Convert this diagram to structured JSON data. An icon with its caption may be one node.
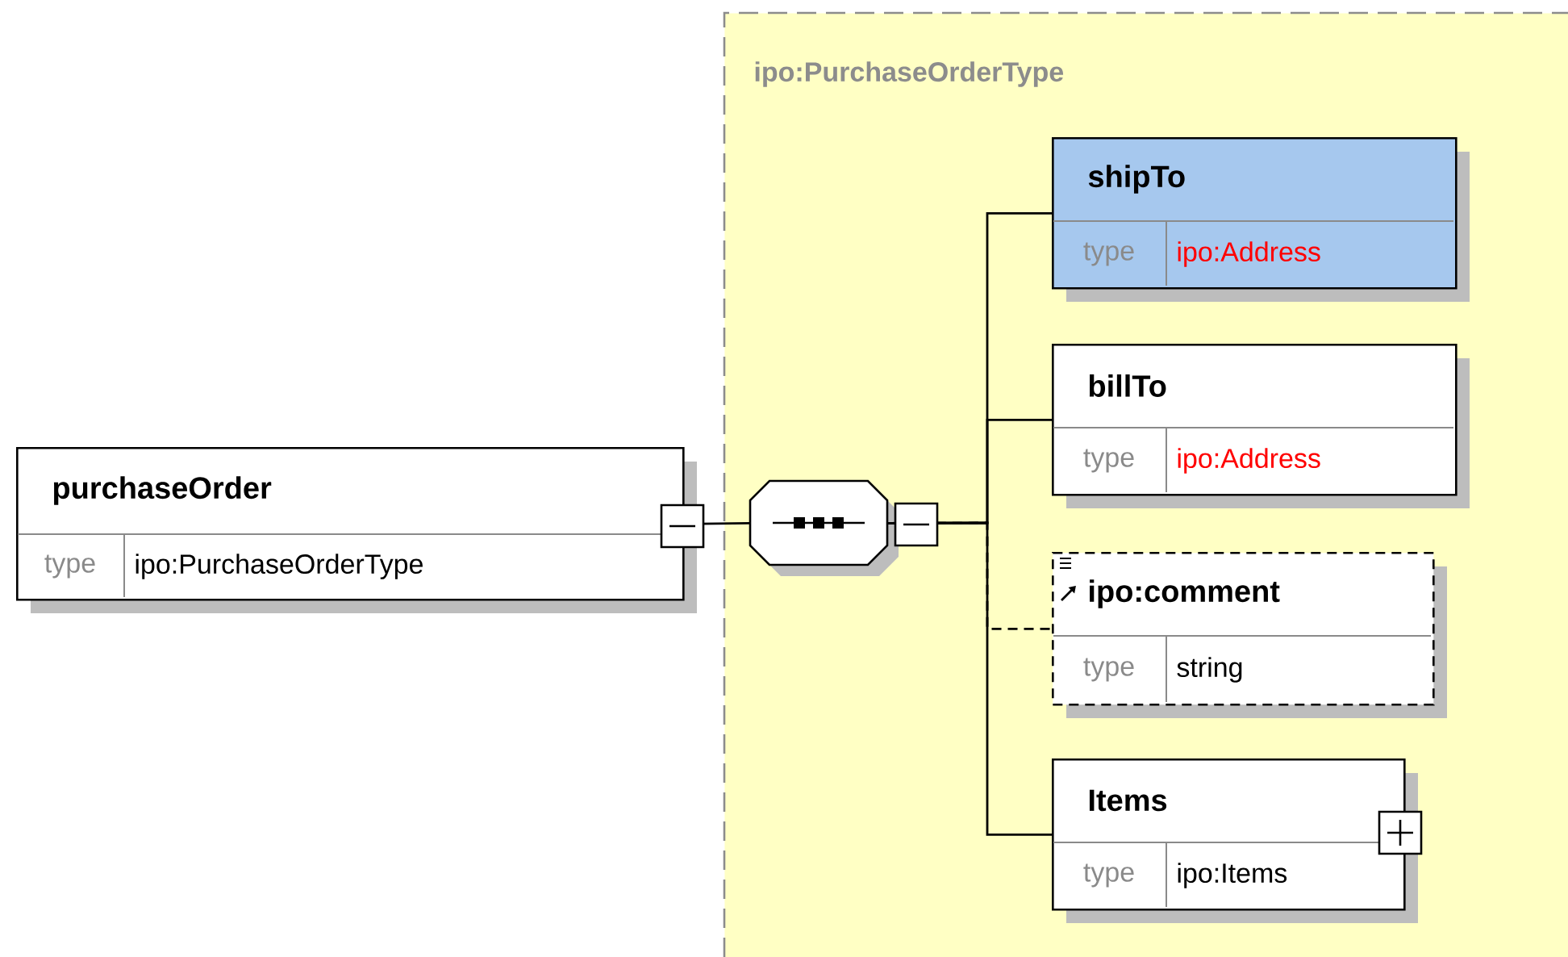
{
  "diagram": {
    "nodes": [
      {
        "text": [
          "ipo:PurchaseOrderType"
        ]
      },
      {
        "text": [
          "purchaseOrder",
          "type",
          "ipo:PurchaseOrderType"
        ]
      },
      {
        "text": [],
        "shape": "octagon",
        "in": 0
      },
      {
        "text": [
          "shipTo",
          "type",
          "ipo:Address"
        ],
        "in": 0
      },
      {
        "text": [
          "billTo",
          "type",
          "ipo:Address"
        ],
        "in": 0
      },
      {
        "text": [
          "ipo:comment",
          "type",
          "string"
        ],
        "in": 0
      },
      {
        "text": [
          "Items",
          "type",
          "ipo:Items"
        ],
        "in": 0
      }
    ],
    "edges": [
      {
        "from": 1,
        "to": 2,
        "arrow": "none"
      },
      {
        "from": 2,
        "to": 3,
        "arrow": "none"
      },
      {
        "from": 2,
        "to": 4,
        "arrow": "none"
      },
      {
        "from": 2,
        "to": 5,
        "arrow": "none",
        "style": "dashed"
      },
      {
        "from": 2,
        "to": 6,
        "arrow": "none"
      }
    ]
  }
}
